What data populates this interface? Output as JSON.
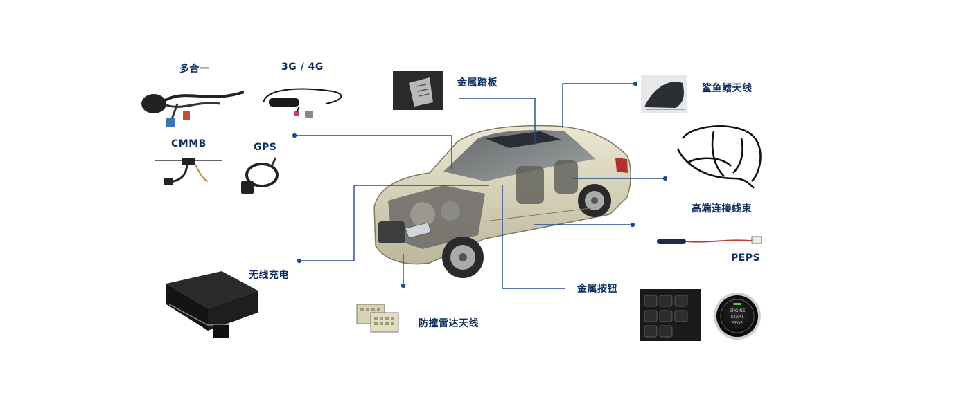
{
  "labels": {
    "multi": "多合一",
    "g34": "3G / 4G",
    "cmmb": "CMMB",
    "gps": "GPS",
    "pedal": "金属踏板",
    "shark": "鲨鱼鳍天线",
    "harness": "高端连接线束",
    "peps": "PEPS",
    "wireless": "无线充电",
    "button": "金属按钮",
    "radar": "防撞雷达天线"
  },
  "engine_button": {
    "line1": "ENGINE",
    "line2": "START",
    "line3": "STOP"
  },
  "colors": {
    "label": "#0d2d5e",
    "connector": "#1e4a8a",
    "car_body": "#d8d3b8",
    "accent_green": "#6abf3a"
  }
}
